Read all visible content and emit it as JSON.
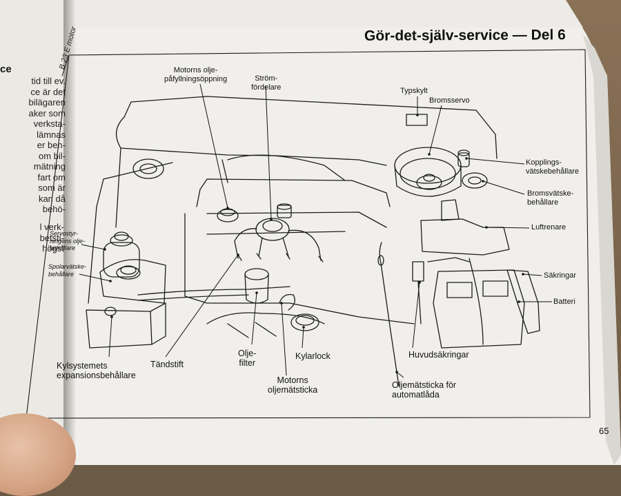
{
  "header": {
    "title": "Gör-det-själv-service — Del 6",
    "side_label": "B 23 E motor"
  },
  "left_page": {
    "fragments_top": [
      "tid till ev.",
      "ce är det",
      "bilägaren",
      "aker som",
      "verksta-",
      "lämnas",
      "er ben-",
      "om bil-",
      "mätning",
      "fart om",
      "som är",
      "kan då",
      "behö-"
    ],
    "heading": "ce",
    "fragments_bottom": [
      "l verk-",
      "betsti-",
      "högst"
    ]
  },
  "labels": {
    "oil_filler": [
      "Motorns olje-",
      "påfyllningsöppning"
    ],
    "distributor": [
      "Ström-",
      "fördelare"
    ],
    "type_plate": "Typskylt",
    "brake_servo": "Bromsservo",
    "clutch_reservoir": [
      "Kopplings-",
      "vätskebehållare"
    ],
    "brake_fluid": [
      "Bromsvätske-",
      "behållare"
    ],
    "air_cleaner": "Luftrenare",
    "fuses": "Säkringar",
    "battery": "Batteri",
    "power_steering": [
      "Servostyr-",
      "ningens olje-",
      "behållare"
    ],
    "washer": [
      "Spolarvätske-",
      "behållare"
    ],
    "coolant_tank": [
      "Kylsystemets",
      "expansionsbehållare"
    ],
    "spark_plug": "Tändstift",
    "oil_filter": [
      "Olje-",
      "filter"
    ],
    "dipstick_engine": [
      "Motorns",
      "oljemätsticka"
    ],
    "radiator_cap": "Kylarlock",
    "main_fuses": "Huvudsäkringar",
    "dipstick_auto": [
      "Oljemätsticka för",
      "automatlåda"
    ]
  },
  "page_number": "65"
}
